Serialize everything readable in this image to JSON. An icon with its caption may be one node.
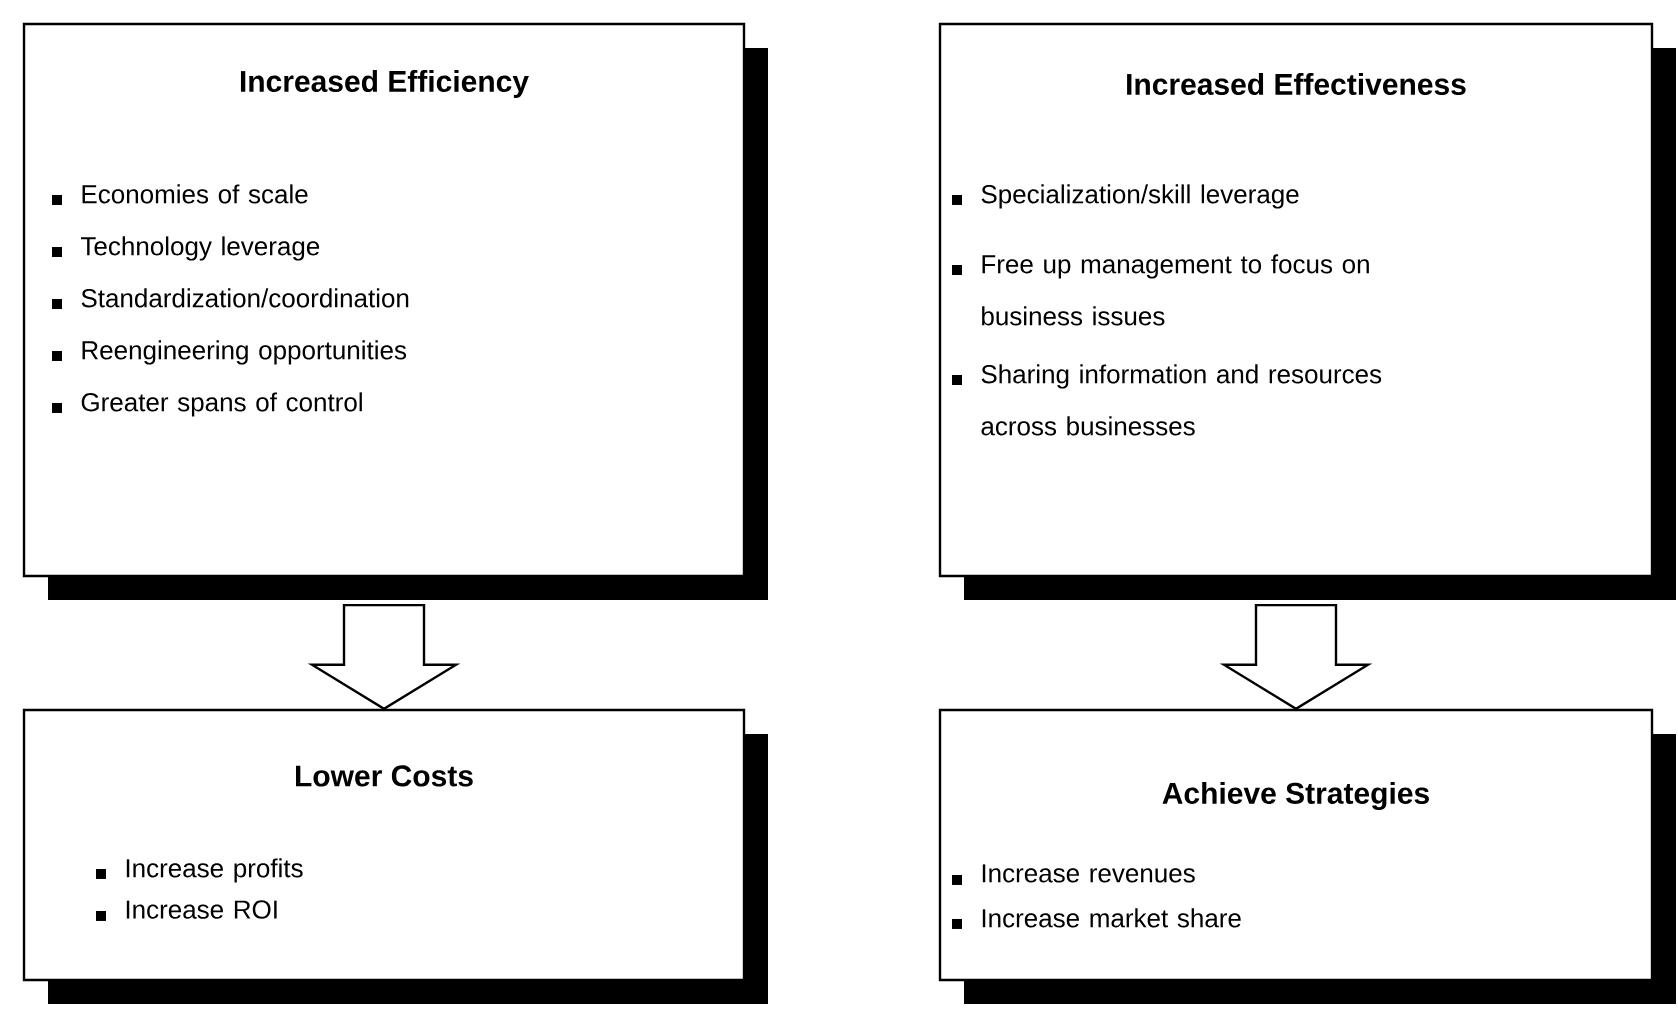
{
  "diagram": {
    "nodes": [
      {
        "text": [
          "Increased Efficiency",
          "Economies of scale",
          "Technology leverage",
          "Standardization/coordination",
          "Reengineering opportunities",
          "Greater spans of control"
        ]
      },
      {
        "text": [
          "Increased Effectiveness",
          "Specialization/skill leverage",
          "Free up management to focus on business issues",
          "Sharing information and resources across businesses"
        ]
      },
      {
        "text": [
          "Lower Costs",
          "Increase profits",
          "Increase ROI"
        ]
      },
      {
        "text": [
          "Achieve Strategies",
          "Increase revenues",
          "Increase market share"
        ]
      }
    ],
    "edges": [
      {
        "from": 0,
        "to": 2,
        "arrow": "to"
      },
      {
        "from": 1,
        "to": 3,
        "arrow": "to"
      }
    ]
  }
}
